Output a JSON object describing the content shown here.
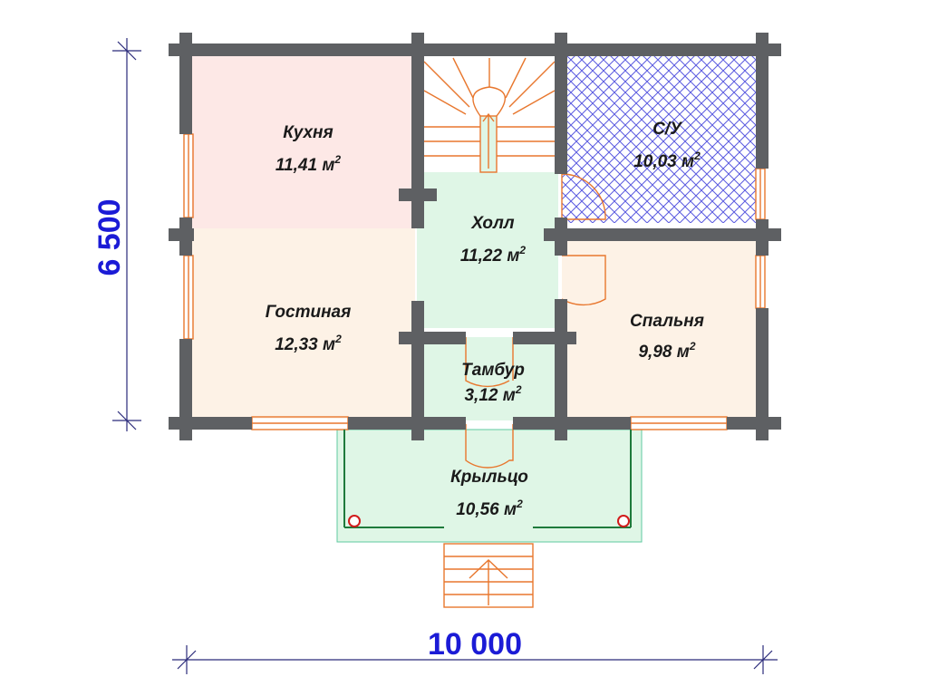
{
  "plan": {
    "colors": {
      "wall": "#5e6063",
      "kitchen": "#fde8e6",
      "living": "#fdf2e6",
      "hall": "#dff6e6",
      "bathroom_hatch": "#5a5ae0",
      "stair_and_door_lines": "#e8772e",
      "dimension_text": "#1b1bd6",
      "railing": "#1f7a3c"
    },
    "rooms": [
      {
        "id": "kitchen",
        "name": "Кухня",
        "area": "11,41 м",
        "unit_sup": "2"
      },
      {
        "id": "bathroom",
        "name": "С/У",
        "area": "10,03 м",
        "unit_sup": "2"
      },
      {
        "id": "hall",
        "name": "Холл",
        "area": "11,22 м",
        "unit_sup": "2"
      },
      {
        "id": "living",
        "name": "Гостиная",
        "area": "12,33 м",
        "unit_sup": "2"
      },
      {
        "id": "bedroom",
        "name": "Спальня",
        "area": "9,98 м",
        "unit_sup": "2"
      },
      {
        "id": "vestibule",
        "name": "Тамбур",
        "area": "3,12 м",
        "unit_sup": "2"
      },
      {
        "id": "porch",
        "name": "Крыльцо",
        "area": "10,56 м",
        "unit_sup": "2"
      }
    ],
    "dimensions": {
      "height": "6 500",
      "width": "10 000"
    }
  }
}
